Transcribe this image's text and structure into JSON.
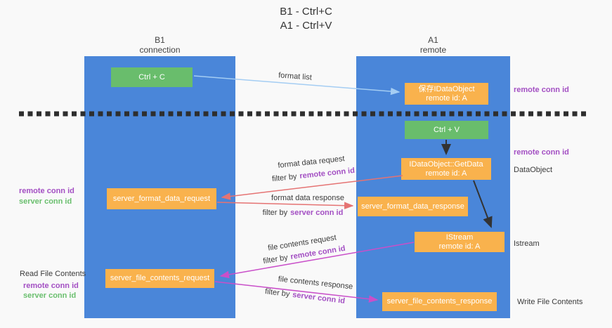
{
  "title": {
    "line1": "B1 - Ctrl+C",
    "line2": "A1 - Ctrl+V"
  },
  "lifelines": {
    "b1": {
      "name": "B1",
      "role": "connection"
    },
    "a1": {
      "name": "A1",
      "role": "remote"
    }
  },
  "nodes": {
    "ctrl_c": {
      "label": "Ctrl + C"
    },
    "save_dataobject": {
      "line1": "保存IDataObject",
      "line2": "remote id: A"
    },
    "ctrl_v": {
      "label": "Ctrl + V"
    },
    "getdata": {
      "line1": "IDataObject::GetData",
      "line2": "remote id: A"
    },
    "server_format_data_request": {
      "label": "server_format_data_request"
    },
    "server_format_data_response": {
      "label": "server_format_data_response"
    },
    "istream": {
      "line1": "IStream",
      "line2": "remote id: A"
    },
    "server_file_contents_request": {
      "label": "server_file_contents_request"
    },
    "server_file_contents_response": {
      "label": "server_file_contents_response"
    }
  },
  "edge_labels": {
    "format_list": "format list",
    "format_data_request": "format data request",
    "format_data_response": "format data response",
    "file_contents_request": "file contents request",
    "file_contents_response": "file contents response",
    "filter_by": "filter by",
    "remote_conn_id": "remote conn id",
    "server_conn_id": "server conn id"
  },
  "side_labels": {
    "remote_conn_id": "remote conn id",
    "server_conn_id": "server conn id",
    "dataobject": "DataObject",
    "istream": "Istream",
    "read_file_contents": "Read File Contents",
    "write_file_contents": "Write File Contents"
  },
  "colors": {
    "background": "#f9f9f9",
    "column_blue": "#4a86d9",
    "box_green": "#69bd6c",
    "box_orange": "#f9b24d",
    "arrow_red": "#e57373",
    "arrow_magenta": "#c94fc9",
    "arrow_lightblue": "#a4cdf3",
    "arrow_black": "#333333",
    "dashed_divider": "#2e2e2e",
    "text_purple": "#a34fc3",
    "text_green": "#6abf6e"
  }
}
